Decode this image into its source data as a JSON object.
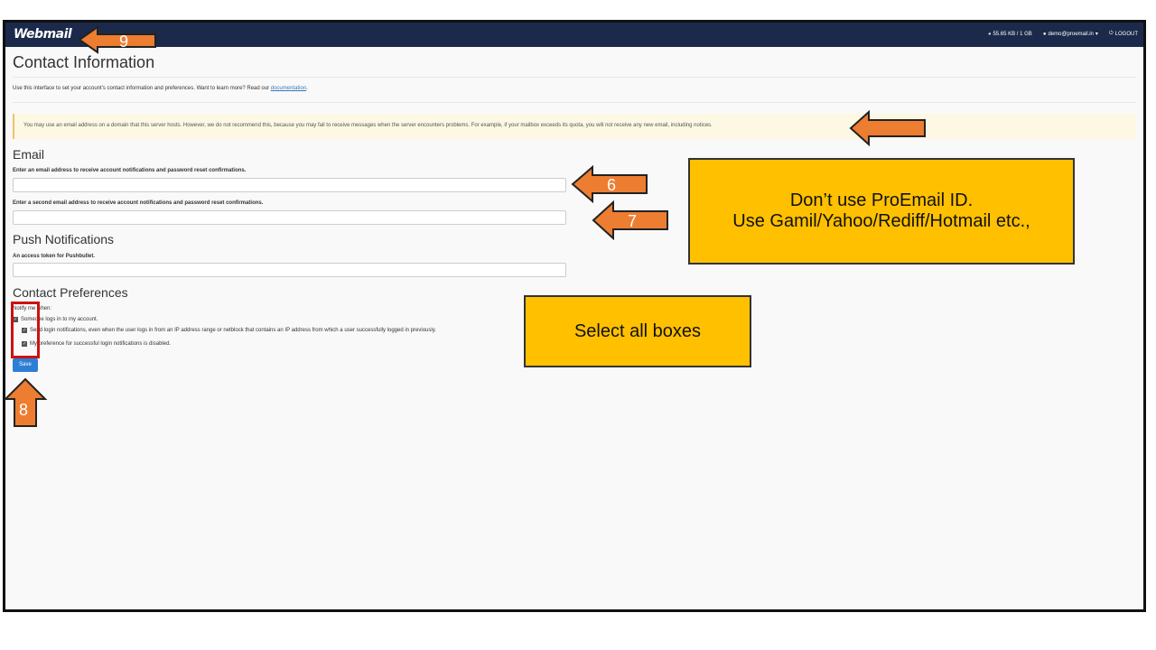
{
  "app": {
    "logo": "Webmail"
  },
  "topbar": {
    "quota": "55.65 KB / 1 GB",
    "user": "demo@proemail.in",
    "caret": "▾",
    "logout": "LOGOUT"
  },
  "page": {
    "title": "Contact Information",
    "intro_text": "Use this interface to set your account's contact information and preferences. Want to learn more? Read our",
    "intro_link": "documentation",
    "intro_end": ".",
    "warning": "You may use an email address on a domain that this server hosts. However, we do not recommend this, because you may fail to receive messages when the server encounters problems. For example, if your mailbox exceeds its quota, you will not receive any new email, including notices."
  },
  "email_section": {
    "title": "Email",
    "label1": "Enter an email address to receive account notifications and password reset confirmations.",
    "value1": "",
    "label2": "Enter a second email address to receive account notifications and password reset confirmations.",
    "value2": ""
  },
  "push_section": {
    "title": "Push Notifications",
    "label": "An access token for Pushbullet.",
    "value": ""
  },
  "contact_prefs": {
    "title": "Contact Preferences",
    "notify_label": "Notify me when:",
    "options": [
      {
        "label": "Someone logs in to my account.",
        "checked": true
      },
      {
        "label": "Send login notifications, even when the user logs in from an IP address range or netblock that contains an IP address from which a user successfully logged in previously.",
        "checked": true
      },
      {
        "label": "My preference for successful login notifications is disabled.",
        "checked": true
      }
    ],
    "save_label": "Save"
  },
  "annotations": {
    "callout_email_line1": "Don’t use ProEmail ID.",
    "callout_email_line2": "Use Gamil/Yahoo/Rediff/Hotmail etc.,",
    "callout_boxes": "Select all boxes",
    "step6": "6",
    "step7": "7",
    "step8": "8",
    "step9": "9",
    "arrow_color": "#ed7d31",
    "callout_color": "#ffc000"
  }
}
